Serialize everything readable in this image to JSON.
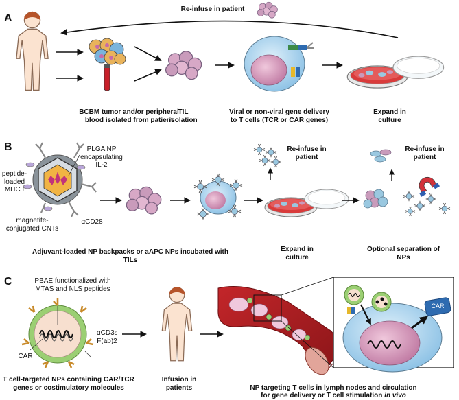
{
  "panels": {
    "a": {
      "letter": "A",
      "reinfuse": "Re-infuse in patient",
      "captions": [
        "BCBM tumor and/or peripheral\nblood isolated from patient",
        "TIL\nisolation",
        "Viral or non-viral gene delivery\nto T cells (TCR or CAR genes)",
        "Expand in\nculture"
      ]
    },
    "b": {
      "letter": "B",
      "np_labels": {
        "plga": "PLGA NP\nencapsulating\nIL-2",
        "peptide": "peptide-\nloaded\nMHC I",
        "cnts": "magnetite-\nconjugated CNTs",
        "acd28": "αCD28"
      },
      "reinfuse_1": "Re-infuse in\npatient",
      "reinfuse_2": "Re-infuse in\npatient",
      "caption_main": "Adjuvant-loaded NP backpacks or aAPC NPs incubated with TILs",
      "caption_expand": "Expand in\nculture",
      "caption_sep": "Optional separation of\nNPs"
    },
    "c": {
      "letter": "C",
      "pbae": "PBAE functionalized with\nMTAS and NLS peptides",
      "acd3": "αCD3ε\nF(ab)2",
      "car": "CAR",
      "car_box": "CAR",
      "caption_np": "T cell-targeted NPs containing CAR/TCR\ngenes or costimulatory molecules",
      "caption_inf": "Infusion in\npatients",
      "caption_target_1": "NP targeting T cells in lymph nodes and circulation",
      "caption_target_2": "for gene delivery or T cell stimulation ",
      "caption_target_em": "in vivo"
    }
  }
}
